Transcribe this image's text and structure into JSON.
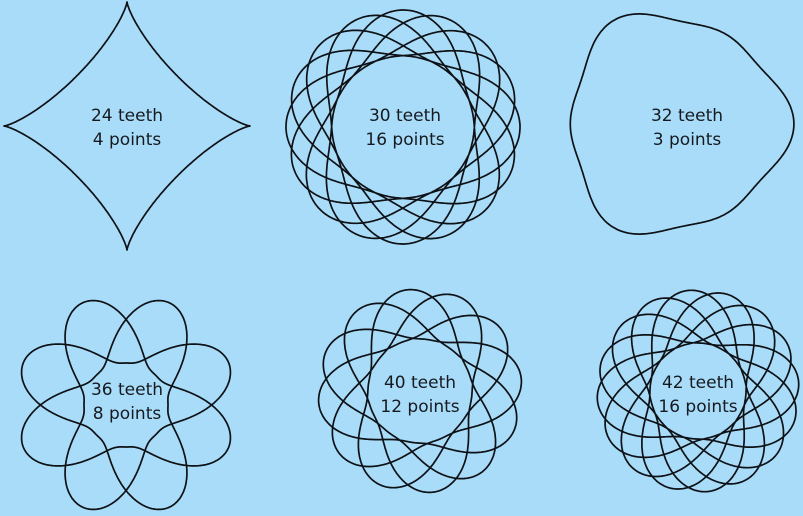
{
  "colors": {
    "background": "#a8dcf8",
    "stroke": "#0e1116",
    "text": "#161a20"
  },
  "patterns": [
    {
      "teeth": 24,
      "points": 4,
      "teeth_label": "24 teeth",
      "points_label": "4 points"
    },
    {
      "teeth": 30,
      "points": 16,
      "teeth_label": "30 teeth",
      "points_label": "16 points"
    },
    {
      "teeth": 32,
      "points": 3,
      "teeth_label": "32 teeth",
      "points_label": "3 points"
    },
    {
      "teeth": 36,
      "points": 8,
      "teeth_label": "36 teeth",
      "points_label": "8 points"
    },
    {
      "teeth": 40,
      "points": 12,
      "teeth_label": "40 teeth",
      "points_label": "12 points"
    },
    {
      "teeth": 42,
      "points": 16,
      "teeth_label": "42 teeth",
      "points_label": "16 points"
    }
  ]
}
